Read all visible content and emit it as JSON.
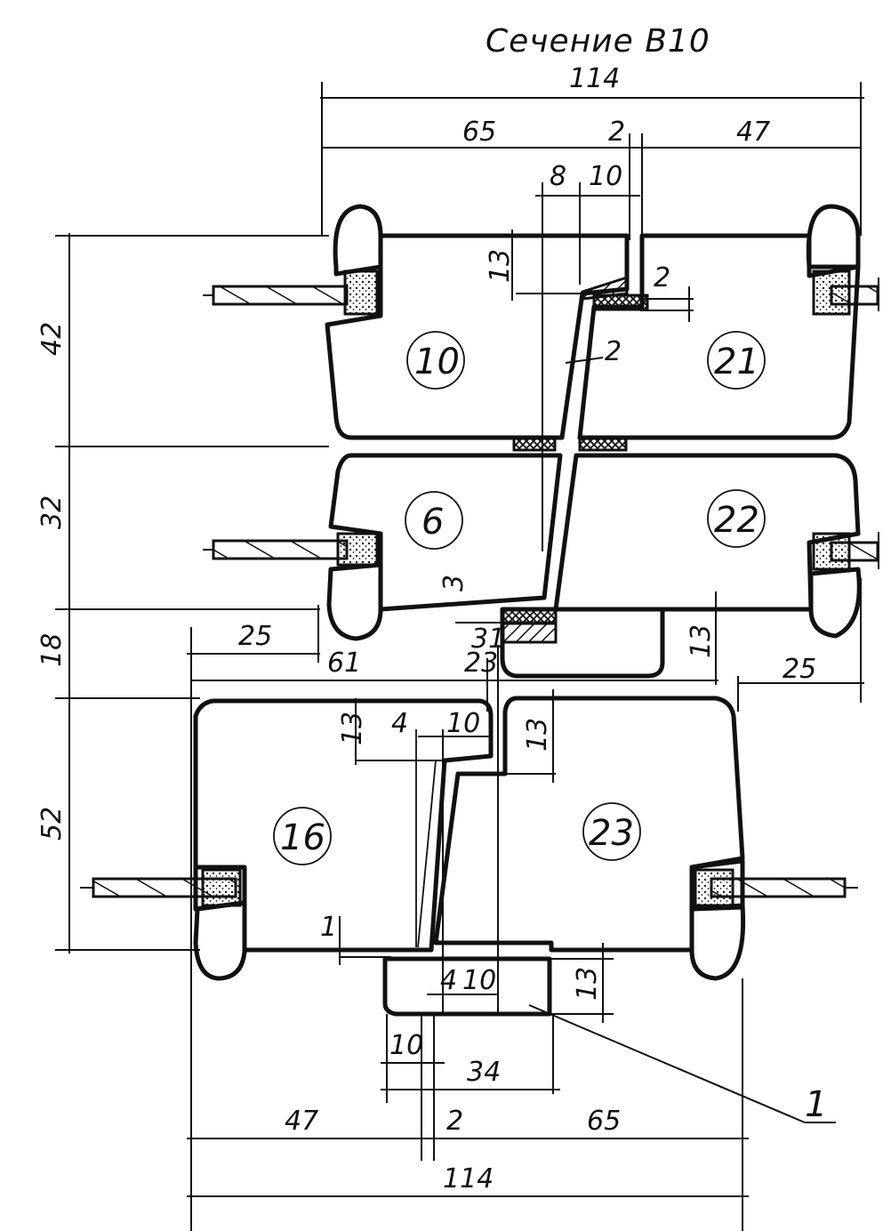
{
  "title": "Сечение В10",
  "panels": [
    {
      "id": "p10",
      "number": "10"
    },
    {
      "id": "p21",
      "number": "21"
    },
    {
      "id": "p6",
      "number": "6"
    },
    {
      "id": "p22",
      "number": "22"
    },
    {
      "id": "p16",
      "number": "16"
    },
    {
      "id": "p23",
      "number": "23"
    }
  ],
  "dimensions": {
    "top_total": "114",
    "top_left": "65",
    "top_gap": "2",
    "top_right": "47",
    "joint_a": "8",
    "joint_b": "10",
    "joint_h": "13",
    "joint_t": "2",
    "joint_w": "2",
    "left_42": "42",
    "left_32": "32",
    "left_18": "18",
    "left_52": "52",
    "mid_3": "3",
    "mid_31": "31",
    "mid_23": "23",
    "mid_25a": "25",
    "mid_61": "61",
    "mid_13": "13",
    "mid_25b": "25",
    "low_13a": "13",
    "low_4a": "4",
    "low_10a": "10",
    "low_13b": "13",
    "low_1": "1",
    "low_4b": "4",
    "low_10b": "10",
    "low_13c": "13",
    "bot_10": "10",
    "bot_34": "34",
    "bot_47": "47",
    "bot_2": "2",
    "bot_65": "65",
    "bot_total": "114",
    "callout": "1"
  }
}
